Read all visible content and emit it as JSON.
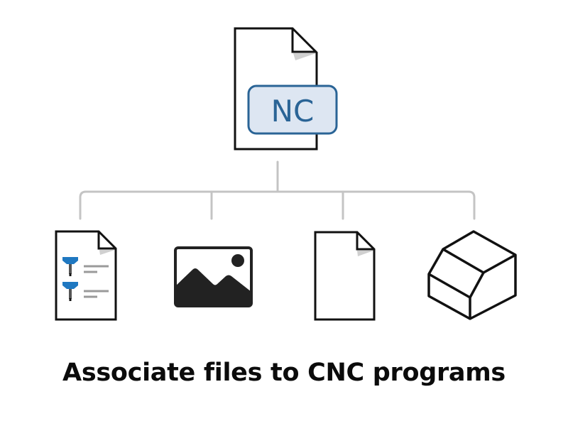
{
  "diagram": {
    "root": {
      "name": "NC program file",
      "badge_label": "NC",
      "icon": "nc-document-icon"
    },
    "children": [
      {
        "name": "Tool list document",
        "icon": "tool-list-document-icon"
      },
      {
        "name": "Image",
        "icon": "image-icon"
      },
      {
        "name": "Generic document",
        "icon": "document-icon"
      },
      {
        "name": "3D model",
        "icon": "3d-model-icon"
      }
    ],
    "colors": {
      "stroke": "#111111",
      "connector": "#c4c4c4",
      "badge_fill": "#dde6f2",
      "badge_stroke": "#2a6496",
      "badge_text": "#2a6496",
      "tool_blue": "#1f78c1",
      "text_lines": "#9a9a9a",
      "image_fill": "#222222"
    }
  },
  "caption": "Associate files to CNC programs"
}
